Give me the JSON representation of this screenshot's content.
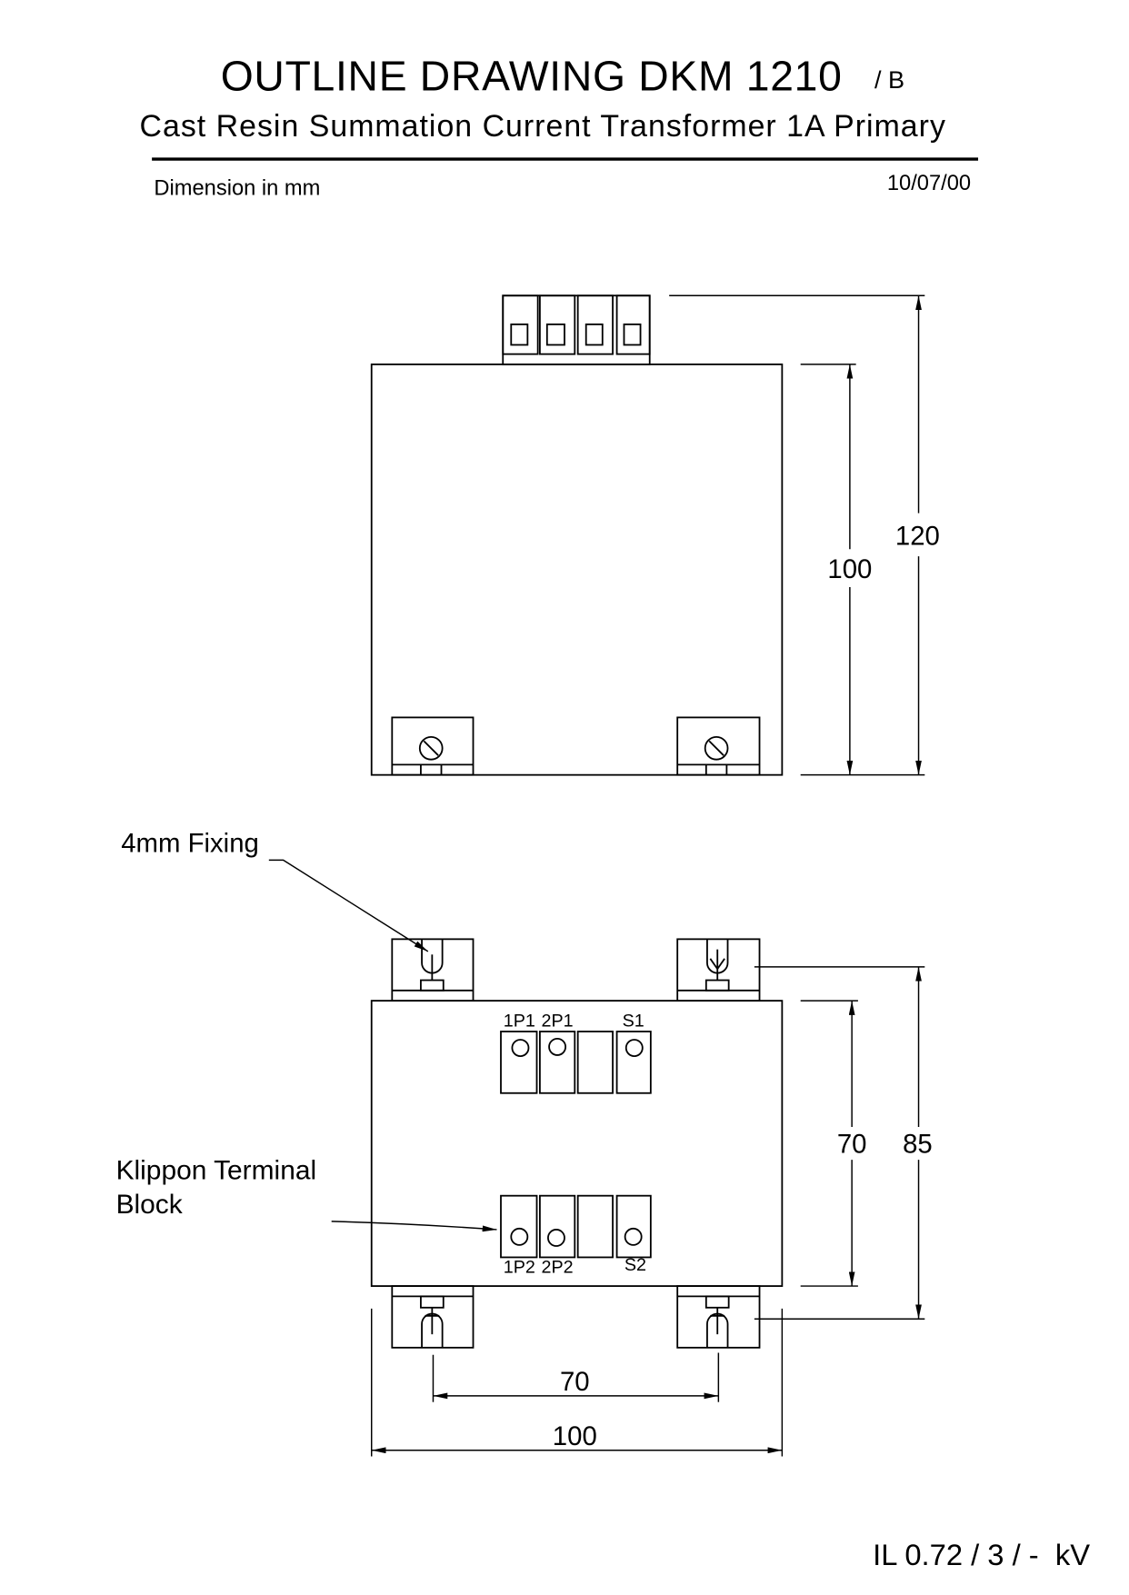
{
  "header": {
    "title": "OUTLINE DRAWING DKM 1210",
    "revision": "/ B",
    "subtitle": "Cast Resin Summation Current Transformer 1A Primary",
    "units_note": "Dimension in mm",
    "date": "10/07/00"
  },
  "side_view": {
    "dim_overall_height": "120",
    "dim_body_height": "100"
  },
  "plan_view": {
    "dim_fixing_centres_vertical": "85",
    "dim_body_depth": "70",
    "dim_fixing_centres_horizontal": "70",
    "dim_body_width": "100",
    "terminal_labels_upper": [
      "1P1",
      "2P1",
      "S1"
    ],
    "terminal_labels_lower": [
      "1P2",
      "2P2",
      "S2"
    ]
  },
  "callouts": {
    "fixing": "4mm Fixing",
    "terminal_block_lines": [
      "Klippon Terminal",
      "Block"
    ]
  },
  "footer": {
    "rating": "IL 0.72 / 3 / -  kV"
  }
}
